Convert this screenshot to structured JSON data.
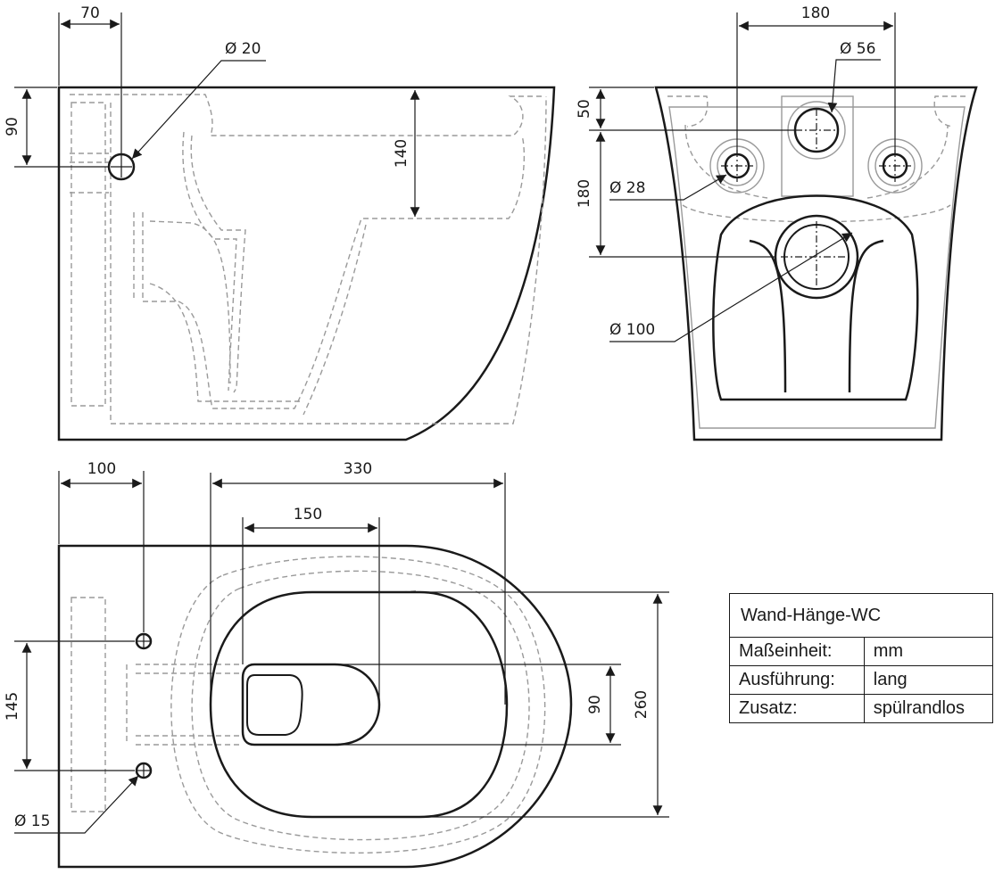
{
  "side_view": {
    "dim_top_width": "70",
    "dim_pipe_diameter": "Ø 20",
    "dim_left_height": "90",
    "dim_inner_depth": "140"
  },
  "rear_view": {
    "dim_top_width": "180",
    "dim_large_hole": "Ø 56",
    "dim_top_offset": "50",
    "dim_left_height": "180",
    "dim_small_hole": "Ø 28",
    "dim_outlet": "Ø 100"
  },
  "top_view": {
    "dim_left_offset": "100",
    "dim_bowl_length": "330",
    "dim_opening_length": "150",
    "dim_bolt_spacing": "145",
    "dim_bolt_diameter": "Ø 15",
    "dim_opening_width": "90",
    "dim_bowl_width": "260"
  },
  "spec_table": {
    "title": "Wand-Hänge-WC",
    "rows": [
      {
        "label": "Maßeinheit:",
        "value": "mm"
      },
      {
        "label": "Ausführung:",
        "value": "lang"
      },
      {
        "label": "Zusatz:",
        "value": "spülrandlos"
      }
    ]
  },
  "colors": {
    "outline": "#1a1a1a",
    "hidden_line": "#9a9a9a",
    "background": "#ffffff"
  }
}
